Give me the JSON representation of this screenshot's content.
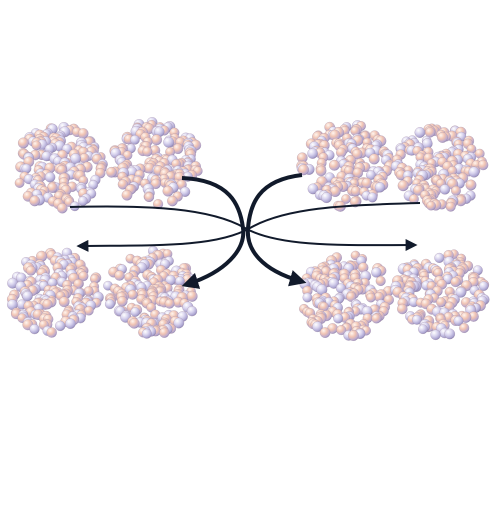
{
  "diagram": {
    "clusters": [
      {
        "id": "top-left-outer"
      },
      {
        "id": "top-left-inner"
      },
      {
        "id": "top-right-inner"
      },
      {
        "id": "top-right-outer"
      },
      {
        "id": "bottom-left-outer"
      },
      {
        "id": "bottom-left-inner"
      },
      {
        "id": "bottom-right-inner"
      },
      {
        "id": "bottom-right-outer"
      }
    ],
    "colors": {
      "sphere_warm": "#f3c3b0",
      "sphere_cool": "#c9c8e8",
      "sphere_shadow": "#9d8fb8",
      "arrow": "#111a2b"
    }
  }
}
